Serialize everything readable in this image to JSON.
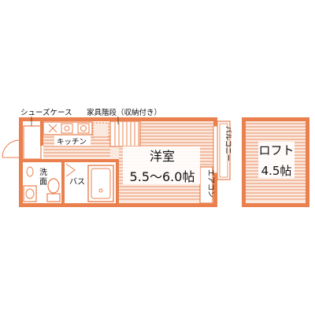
{
  "colors": {
    "wall": "#e9804e",
    "floor_stripe": "#ea9064",
    "floor_bg": "#fbe9df",
    "fixture_fill": "#ffffff",
    "text": "#111111"
  },
  "labels": {
    "shoe_closet": "シューズケース",
    "furniture_stairs": "家具階段（収納付き）",
    "kitchen": "キッチン",
    "washroom_1": "洗",
    "washroom_2": "面",
    "bath": "バス",
    "western_room": "洋室",
    "western_room_size": "5.5〜6.0帖",
    "aircon": "エアコン",
    "balcony": "バルコニー",
    "loft": "ロフト",
    "loft_size": "4.5帖"
  }
}
